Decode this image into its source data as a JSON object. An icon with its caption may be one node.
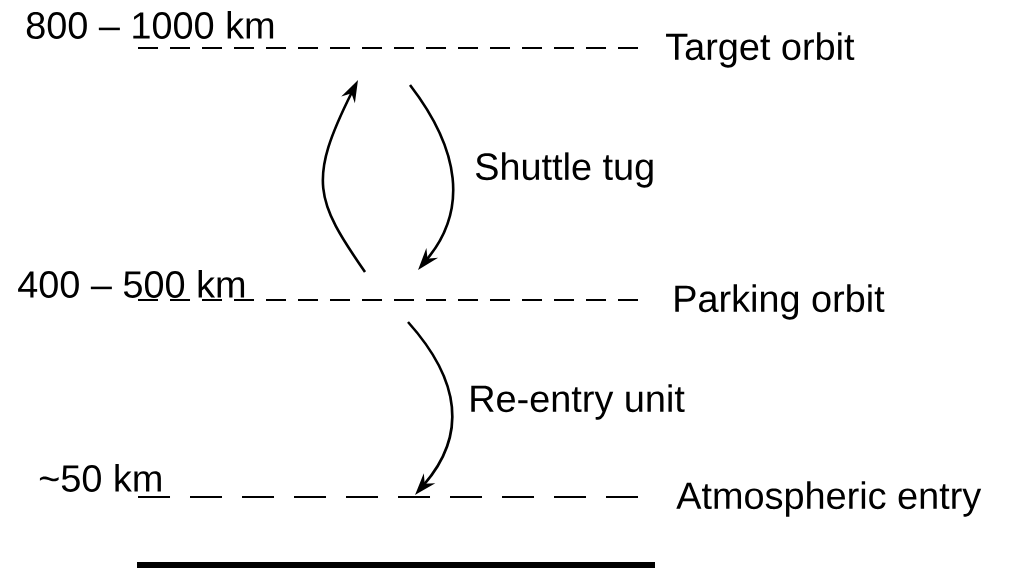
{
  "diagram": {
    "nodes": [
      {
        "text": [
          "800 – 1000 km",
          "Target orbit"
        ]
      },
      {
        "text": [
          "400 – 500 km",
          "Parking orbit"
        ]
      },
      {
        "text": [
          "~50 km",
          "Atmospheric entry"
        ]
      }
    ],
    "edges": [
      {
        "from": 1,
        "to": 0,
        "arrow": "to"
      },
      {
        "from": 0,
        "to": 1,
        "arrow": "to",
        "label": "Shuttle tug"
      },
      {
        "from": 1,
        "to": 2,
        "arrow": "to",
        "label": "Re-entry unit"
      }
    ]
  }
}
